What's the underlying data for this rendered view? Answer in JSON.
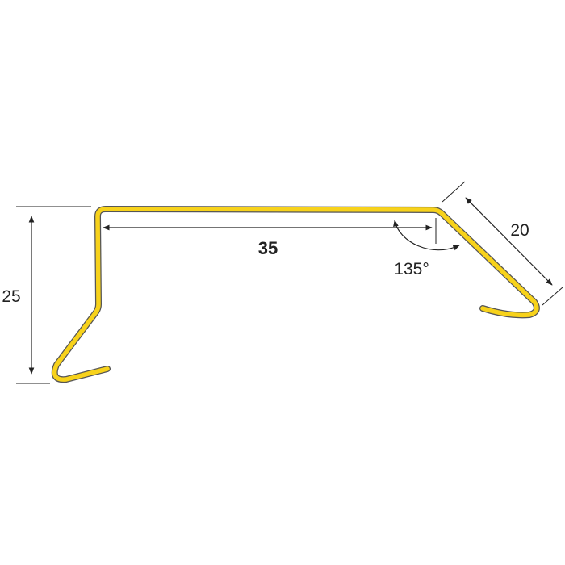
{
  "diagram": {
    "profile_color": "#F7D21B",
    "profile_edge_color": "#555555",
    "dimension_line_color": "#222222",
    "dimensions": {
      "width": "35",
      "height": "25",
      "flange": "20",
      "angle": "135°"
    }
  }
}
